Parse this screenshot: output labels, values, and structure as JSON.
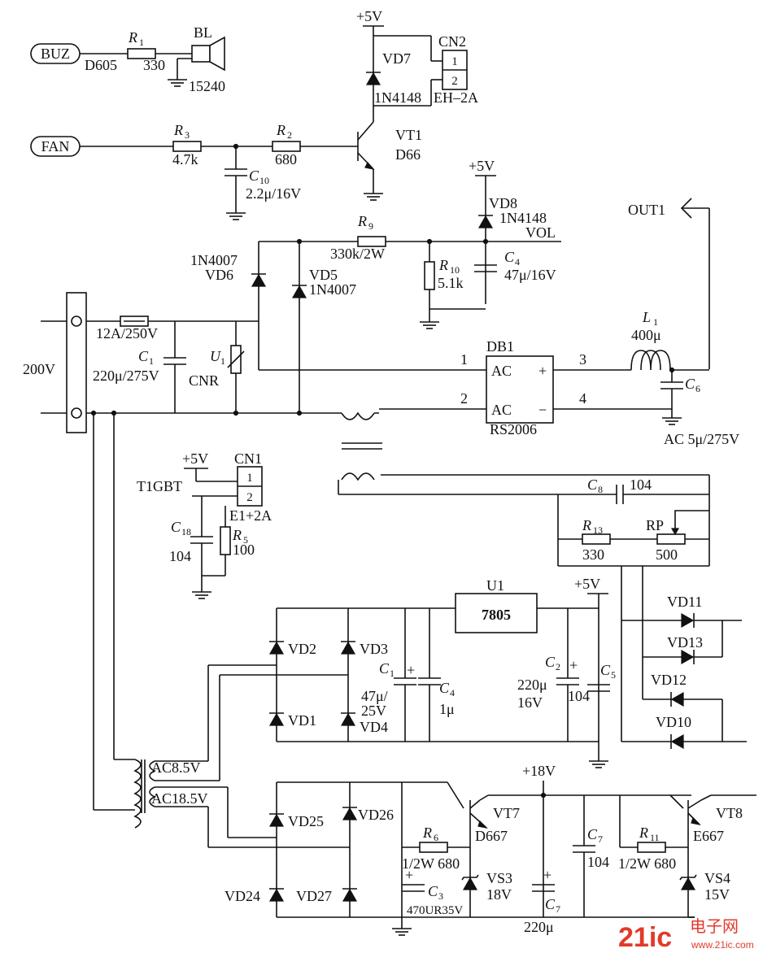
{
  "labels": {
    "buz": "BUZ",
    "fan": "FAN",
    "v200": "200V",
    "out1": "OUT1",
    "t1gbt": "T1GBT",
    "vol": "VOL",
    "r1": "R",
    "r1_sub": "1",
    "d605": "D605",
    "r1_val": "330",
    "bl": "BL",
    "bl_val": "15240",
    "plus5v_a": "+5V",
    "plus5v_b": "+5V",
    "plus5v_c": "+5V",
    "plus5v_d": "+5V",
    "plus18v": "+18V",
    "cn2": "CN2",
    "cn2_pin1": "1",
    "cn2_pin2": "2",
    "cn2_type": "EH–2A",
    "vd7": "VD7",
    "vd7_type": "1N4148",
    "vt1": "VT1",
    "vt1_type": "D66",
    "r3": "R",
    "r3_sub": "3",
    "r3_val": "4.7k",
    "r2": "R",
    "r2_sub": "2",
    "r2_val": "680",
    "c10": "C",
    "c10_sub": "10",
    "c10_val": "2.2μ/16V",
    "vd8": "VD8",
    "vd8_type": "1N4148",
    "r9": "R",
    "r9_sub": "9",
    "r9_val": "330k/2W",
    "vd6_type": "1N4007",
    "vd6": "VD6",
    "vd5": "VD5",
    "vd5_type": "1N4007",
    "r10": "R",
    "r10_sub": "10",
    "r10_val": "5.1k",
    "c4a": "C",
    "c4a_sub": "4",
    "c4a_val": "47μ/16V",
    "fuse_val": "12A/250V",
    "c1a": "C",
    "c1a_sub": "1",
    "c1a_val": "220μ/275V",
    "u1a": "U",
    "u1a_sub": "1",
    "cnr": "CNR",
    "db1": "DB1",
    "db1_ac1": "AC",
    "db1_ac2": "AC",
    "db1_plus": "+",
    "db1_minus": "−",
    "db1_type": "RS2006",
    "pin1": "1",
    "pin2": "2",
    "pin3": "3",
    "pin4": "4",
    "l1": "L",
    "l1_sub": "1",
    "l1_val": "400μ",
    "c6": "C",
    "c6_sub": "6",
    "c6_val": "AC  5μ/275V",
    "cn1": "CN1",
    "cn1_pin1": "1",
    "cn1_pin2": "2",
    "cn1_type": "E1+2A",
    "c18": "C",
    "c18_sub": "18",
    "c18_val": "104",
    "r5": "R",
    "r5_sub": "5",
    "r5_val": "100",
    "c8": "C",
    "c8_sub": "8",
    "c8_val": "104",
    "r13": "R",
    "r13_sub": "13",
    "r13_val": "330",
    "rp": "RP",
    "rp_val": "500",
    "u1b": "U1",
    "u7805": "7805",
    "vd2": "VD2",
    "vd3": "VD3",
    "vd1": "VD1",
    "vd4": "VD4",
    "c1b": "C",
    "c1b_sub": "1",
    "c1b_val1": "47μ/",
    "c1b_val2": "25V",
    "c4b": "C",
    "c4b_sub": "4",
    "c4b_val": "1μ",
    "c2": "C",
    "c2_sub": "2",
    "c2_val1": "220μ",
    "c2_val2": "16V",
    "c5": "C",
    "c5_sub": "5",
    "c5_val": "104",
    "vd11": "VD11",
    "vd13": "VD13",
    "vd12": "VD12",
    "vd10": "VD10",
    "ac85": "AC8.5V",
    "ac185": "AC18.5V",
    "vd25": "VD25",
    "vd26": "VD26",
    "vd24": "VD24",
    "vd27": "VD27",
    "vt7": "VT7",
    "vt7_type": "D667",
    "r6": "R",
    "r6_sub": "6",
    "r6_val": "1/2W 680",
    "c3": "C",
    "c3_sub": "3",
    "c3_val": "470UR35V",
    "vs3": "VS3",
    "vs3_val": "18V",
    "c7a": "C",
    "c7a_sub": "7",
    "c7a_val": "220μ",
    "c7b": "C",
    "c7b_sub": "7",
    "c7b_val": "104",
    "r11": "R",
    "r11_sub": "11",
    "r11_val": "1/2W 680",
    "vt8": "VT8",
    "vt8_type": "E667",
    "vs4": "VS4",
    "vs4_val": "15V",
    "plus_a": "+",
    "plus_b": "+",
    "plus_c": "+",
    "plus_d": "+"
  },
  "watermark": {
    "main": "21ic",
    "cn": "电子网",
    "url": "www.21ic.com"
  }
}
